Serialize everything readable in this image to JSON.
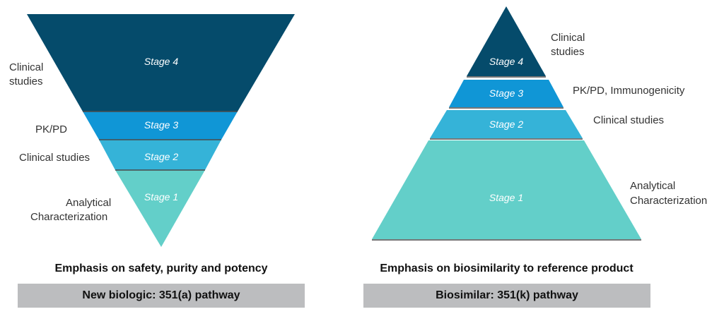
{
  "left_panel": {
    "stages": [
      {
        "id": "stage4",
        "label": "Stage 4",
        "color": "#054b6b"
      },
      {
        "id": "stage3",
        "label": "Stage 3",
        "color": "#1096d6"
      },
      {
        "id": "stage2",
        "label": "Stage 2",
        "color": "#35b3d8"
      },
      {
        "id": "stage1",
        "label": "Stage 1",
        "color": "#63cfc9"
      }
    ],
    "side_labels": {
      "stage4": [
        "Clinical",
        "studies"
      ],
      "stage3": [
        "PK/PD"
      ],
      "stage2": [
        "Clinical studies"
      ],
      "stage1": [
        "Analytical",
        "Characterization"
      ]
    },
    "emphasis": "Emphasis on safety, purity and potency",
    "pathway": "New biologic: 351(a) pathway"
  },
  "right_panel": {
    "stages": [
      {
        "id": "stage4",
        "label": "Stage 4",
        "color": "#054b6b"
      },
      {
        "id": "stage3",
        "label": "Stage 3",
        "color": "#1096d6"
      },
      {
        "id": "stage2",
        "label": "Stage 2",
        "color": "#35b3d8"
      },
      {
        "id": "stage1",
        "label": "Stage 1",
        "color": "#63cfc9"
      }
    ],
    "side_labels": {
      "stage4": [
        "Clinical",
        "studies"
      ],
      "stage3": [
        "PK/PD, Immunogenicity"
      ],
      "stage2": [
        "Clinical studies"
      ],
      "stage1": [
        "Analytical",
        "Characterization"
      ]
    },
    "emphasis": "Emphasis on biosimilarity to reference product",
    "pathway": "Biosimilar: 351(k) pathway"
  }
}
